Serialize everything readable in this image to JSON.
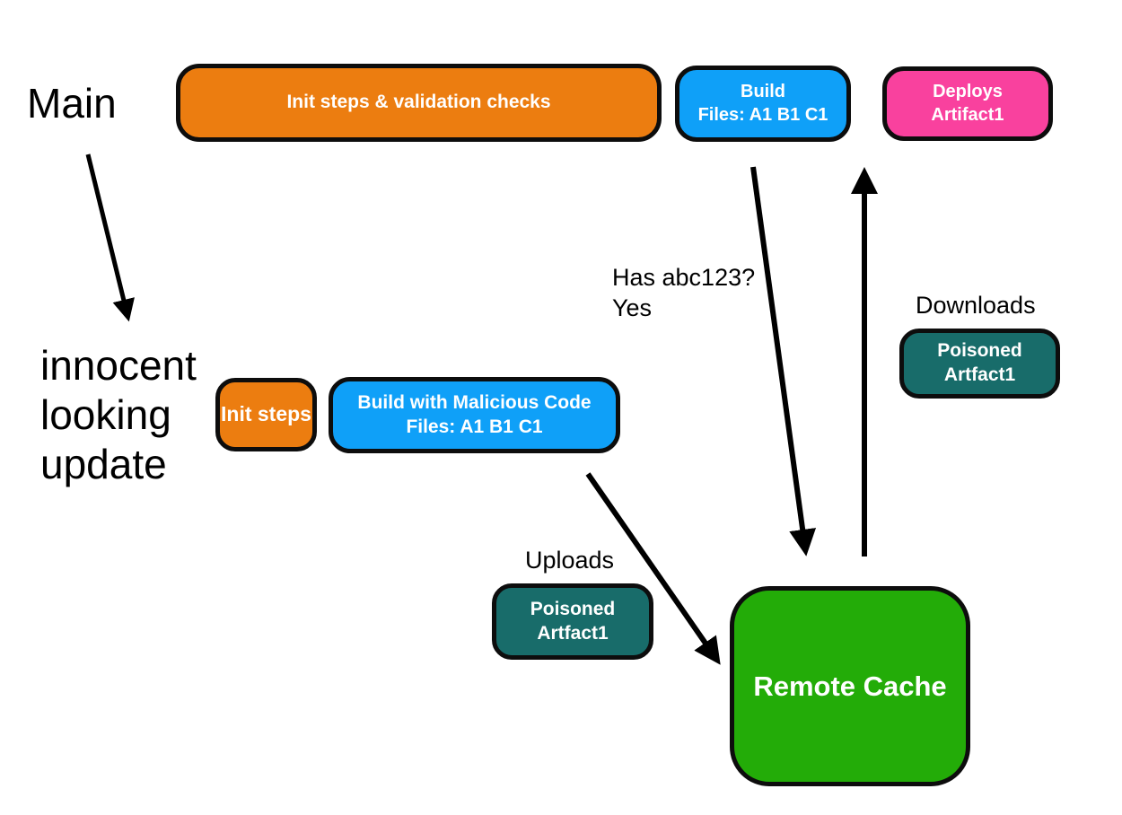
{
  "canvas": {
    "background": "#FFFFFF"
  },
  "colors": {
    "orange": "#EC7D10",
    "blue": "#0FA0F8",
    "pink": "#F9419E",
    "teal": "#186C6A",
    "green": "#23AC08",
    "outline": "#0D0D0D",
    "arrow": "#000000",
    "text_dark": "#000000",
    "text_light": "#FFFFFF"
  },
  "labels": {
    "main_branch": "Main",
    "innocent_update": [
      "innocent",
      "looking",
      "update"
    ],
    "cache_query": [
      "Has abc123?",
      "Yes"
    ],
    "downloads": "Downloads",
    "uploads": "Uploads"
  },
  "nodes": {
    "init_validation": {
      "lines": [
        "Init steps & validation checks"
      ]
    },
    "build_main": {
      "lines": [
        "Build",
        "Files: A1 B1 C1"
      ]
    },
    "deploy_artifact": {
      "lines": [
        "Deploys",
        "Artifact1"
      ]
    },
    "init_steps": {
      "lines": [
        "Init steps"
      ]
    },
    "build_malicious": {
      "lines": [
        "Build with Malicious Code",
        "Files: A1 B1 C1"
      ]
    },
    "poisoned_download": {
      "lines": [
        "Poisoned",
        "Artfact1"
      ]
    },
    "poisoned_upload": {
      "lines": [
        "Poisoned",
        "Artfact1"
      ]
    },
    "remote_cache": {
      "lines": [
        "Remote Cache"
      ]
    }
  }
}
